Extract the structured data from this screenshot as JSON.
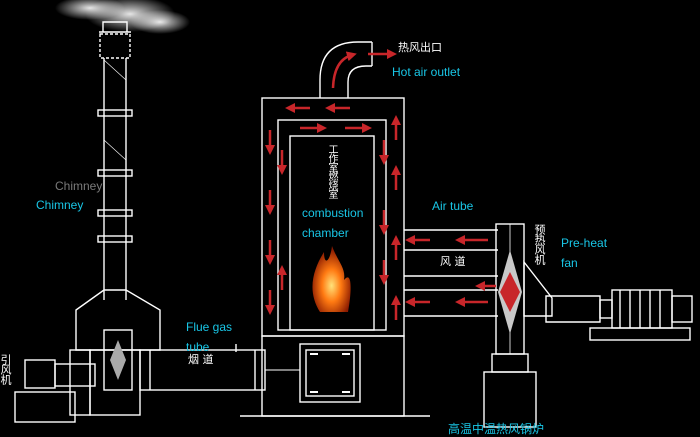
{
  "labels": {
    "hot_air_outlet_cn": "热风出口",
    "hot_air_outlet_en": "Hot air outlet",
    "work_chamber_cn": "工作室燃烧室",
    "combustion_chamber_en": "combustion chamber",
    "chimney_shadow": "Chimney",
    "chimney_en": "Chimney",
    "air_tube_en": "Air tube",
    "air_duct_cn": "风 道",
    "preheat_fan_cn": "预热风机",
    "preheat_fan_en": "Pre-heat fan",
    "flue_gas_tube_en": "Flue gas tube",
    "flue_duct_cn": "烟 道",
    "induced_fan_cn": "引风机",
    "bottom_title_cn": "高温中温热风锅炉"
  },
  "colors": {
    "background": "#000000",
    "line": "#ffffff",
    "flow_arrow": "#c8262a",
    "label_cyan": "#19c6e6",
    "flame": "#ff6a10"
  }
}
